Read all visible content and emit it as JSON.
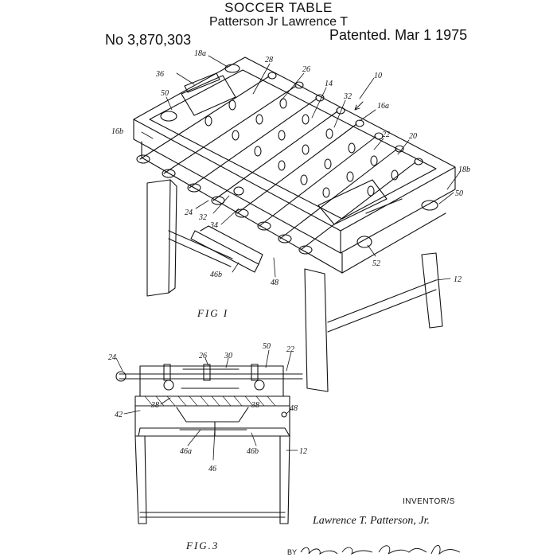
{
  "header": {
    "title": "SOCCER TABLE",
    "inventor_line": "Patterson Jr Lawrence T",
    "patent_number": "No 3,870,303",
    "patent_date": "Patented. Mar 1 1975"
  },
  "figures": {
    "fig1_label": "FIG I",
    "fig3_label": "FIG.3"
  },
  "inventor": {
    "label": "INVENTOR/S",
    "name": "Lawrence  T. Patterson, Jr.",
    "by_label": "BY"
  },
  "fig1_refs": {
    "r18a": "18a",
    "r28": "28",
    "r36": "36",
    "r26": "26",
    "r14": "14",
    "r10": "10",
    "r50a": "50",
    "r32a": "32",
    "r16a": "16a",
    "r16b": "16b",
    "r22": "22",
    "r20": "20",
    "r18b": "18b",
    "r50b": "50",
    "r24": "24",
    "r32b": "32",
    "r34": "34",
    "r52": "52",
    "r46b": "46b",
    "r48": "48",
    "r12": "12"
  },
  "fig3_refs": {
    "r24": "24",
    "r26": "26",
    "r30": "30",
    "r50": "50",
    "r22": "22",
    "r38a": "38",
    "r38b": "38",
    "r42": "42",
    "r48": "48",
    "r46a": "46a",
    "r46b": "46b",
    "r46": "46",
    "r12": "12"
  },
  "colors": {
    "ink": "#111111",
    "paper": "#ffffff"
  }
}
